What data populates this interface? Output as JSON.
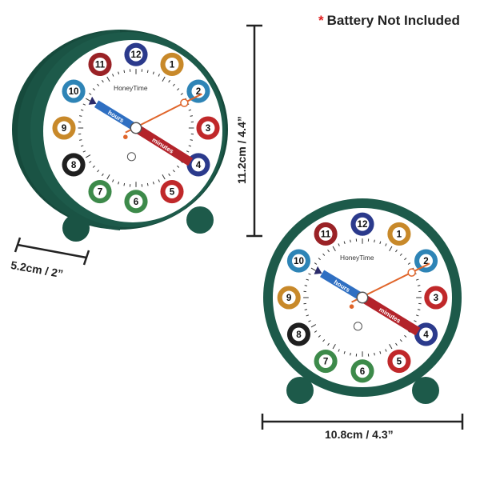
{
  "note": {
    "star": "*",
    "text": "Battery Not Included"
  },
  "dimensions": {
    "height": "11.2cm / 4.4”",
    "depth": "5.2cm / 2”",
    "width": "10.8cm / 4.3”"
  },
  "clock": {
    "brand": "HoneyTime",
    "hour_hand_label": "hours",
    "minute_hand_label": "minutes",
    "numbers": [
      "12",
      "1",
      "2",
      "3",
      "4",
      "5",
      "6",
      "7",
      "8",
      "9",
      "10",
      "11"
    ],
    "ball_colors": [
      "#2b3a8c",
      "#c8892a",
      "#2e84b6",
      "#c0282a",
      "#2b3a8c",
      "#c0282a",
      "#3d8a4a",
      "#3d8a4a",
      "#1f1f1f",
      "#c8892a",
      "#2e84b6",
      "#9a2226"
    ],
    "body_color": "#1d5a4a"
  }
}
